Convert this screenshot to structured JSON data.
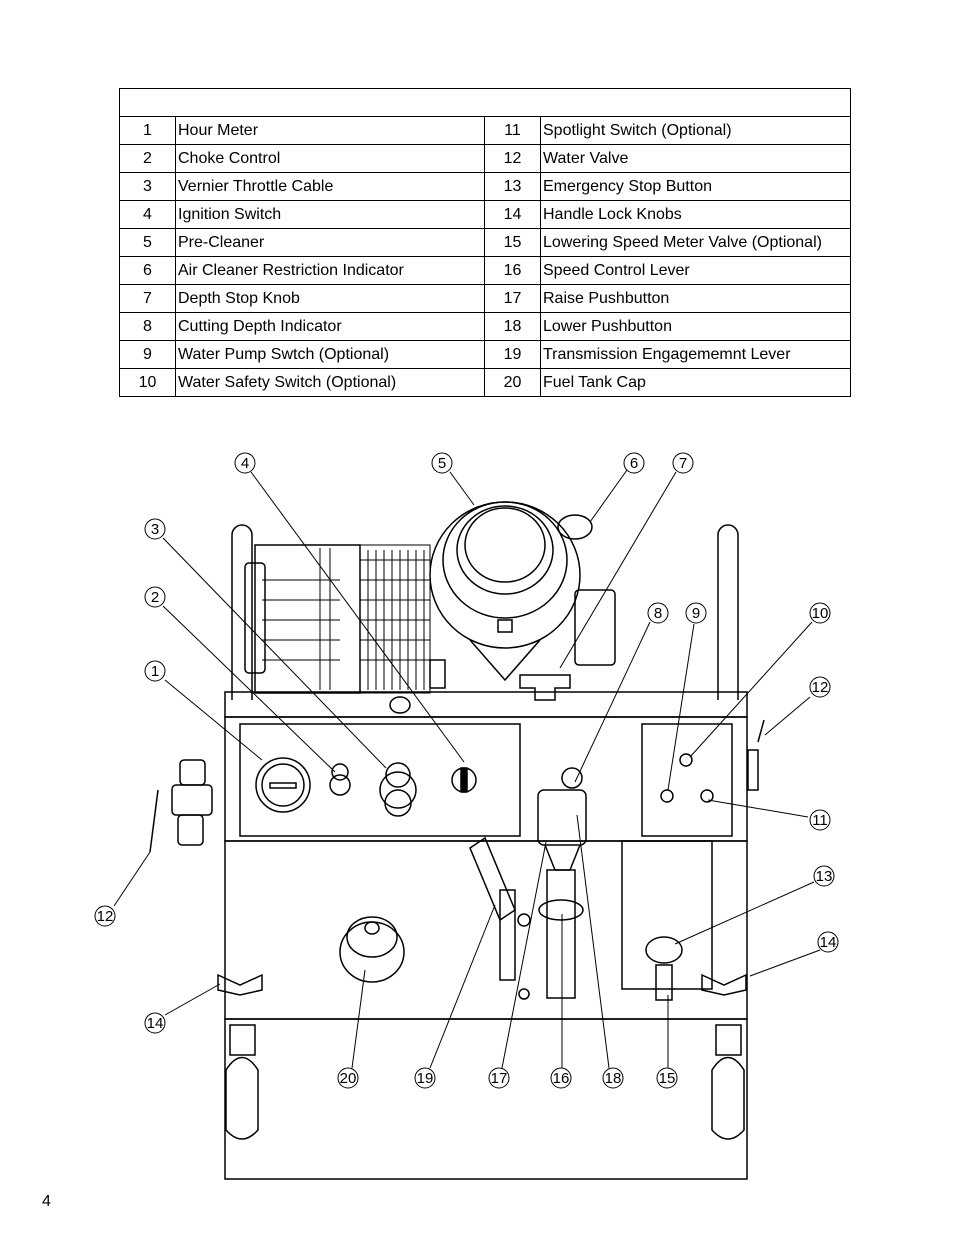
{
  "table": {
    "title": "",
    "rows": [
      {
        "n1": "1",
        "l1": "Hour Meter",
        "n2": "11",
        "l2": "Spotlight Switch (Optional)"
      },
      {
        "n1": "2",
        "l1": "Choke Control",
        "n2": "12",
        "l2": "Water Valve"
      },
      {
        "n1": "3",
        "l1": "Vernier Throttle Cable",
        "n2": "13",
        "l2": "Emergency Stop Button"
      },
      {
        "n1": "4",
        "l1": "Ignition Switch",
        "n2": "14",
        "l2": "Handle Lock Knobs"
      },
      {
        "n1": "5",
        "l1": "Pre-Cleaner",
        "n2": "15",
        "l2": "Lowering Speed Meter Valve (Optional)"
      },
      {
        "n1": "6",
        "l1": "Air Cleaner Restriction Indicator",
        "n2": "16",
        "l2": "Speed Control Lever"
      },
      {
        "n1": "7",
        "l1": "Depth Stop Knob",
        "n2": "17",
        "l2": "Raise Pushbutton"
      },
      {
        "n1": "8",
        "l1": "Cutting Depth Indicator",
        "n2": "18",
        "l2": "Lower Pushbutton"
      },
      {
        "n1": "9",
        "l1": "Water Pump Swtch (Optional)",
        "n2": "19",
        "l2": "Transmission Engagememnt Lever"
      },
      {
        "n1": "10",
        "l1": "Water Safety Switch (Optional)",
        "n2": "20",
        "l2": "Fuel Tank Cap"
      }
    ]
  },
  "callouts": [
    "4",
    "5",
    "6",
    "7",
    "3",
    "2",
    "8",
    "9",
    "10",
    "1",
    "12",
    "11",
    "13",
    "14",
    "12",
    "14",
    "20",
    "19",
    "17",
    "16",
    "18",
    "15"
  ],
  "page_number": "4"
}
